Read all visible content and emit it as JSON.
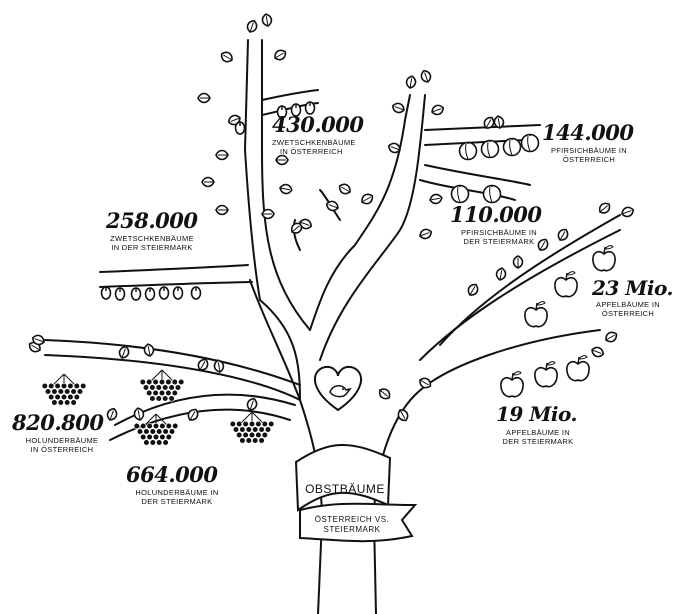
{
  "title_banner": {
    "line1": "OBSTBÄUME",
    "line2": "ÖSTERREICH VS.",
    "line3": "STEIERMARK"
  },
  "stats": {
    "plum_at": {
      "value": "430.000",
      "label1": "ZWETSCHKENBÄUME",
      "label2": "IN ÖSTERREICH"
    },
    "plum_st": {
      "value": "258.000",
      "label1": "ZWETSCHKENBÄUME",
      "label2": "IN DER STEIERMARK"
    },
    "peach_at": {
      "value": "144.000",
      "label1": "PFIRSICHBÄUME IN",
      "label2": "ÖSTERREICH"
    },
    "peach_st": {
      "value": "110.000",
      "label1": "PFIRSICHBÄUME IN",
      "label2": "DER STEIERMARK"
    },
    "apple_at": {
      "value": "23 Mio.",
      "label1": "APFELBÄUME IN",
      "label2": "ÖSTERREICH"
    },
    "apple_st": {
      "value": "19 Mio.",
      "label1": "APFELBÄUME IN",
      "label2": "DER STEIERMARK"
    },
    "elder_at": {
      "value": "820.800",
      "label1": "HOLUNDERBÄUME",
      "label2": "IN ÖSTERREICH"
    },
    "elder_st": {
      "value": "664.000",
      "label1": "HOLUNDERBÄUME IN",
      "label2": "DER STEIERMARK"
    }
  },
  "icons": {
    "heart": "heart-bird-icon",
    "plum": "plum-icon",
    "peach": "peach-icon",
    "apple": "apple-icon",
    "elder": "elderberry-icon",
    "leaf": "leaf-icon"
  },
  "colors": {
    "ink": "#111111",
    "paper": "#ffffff"
  }
}
